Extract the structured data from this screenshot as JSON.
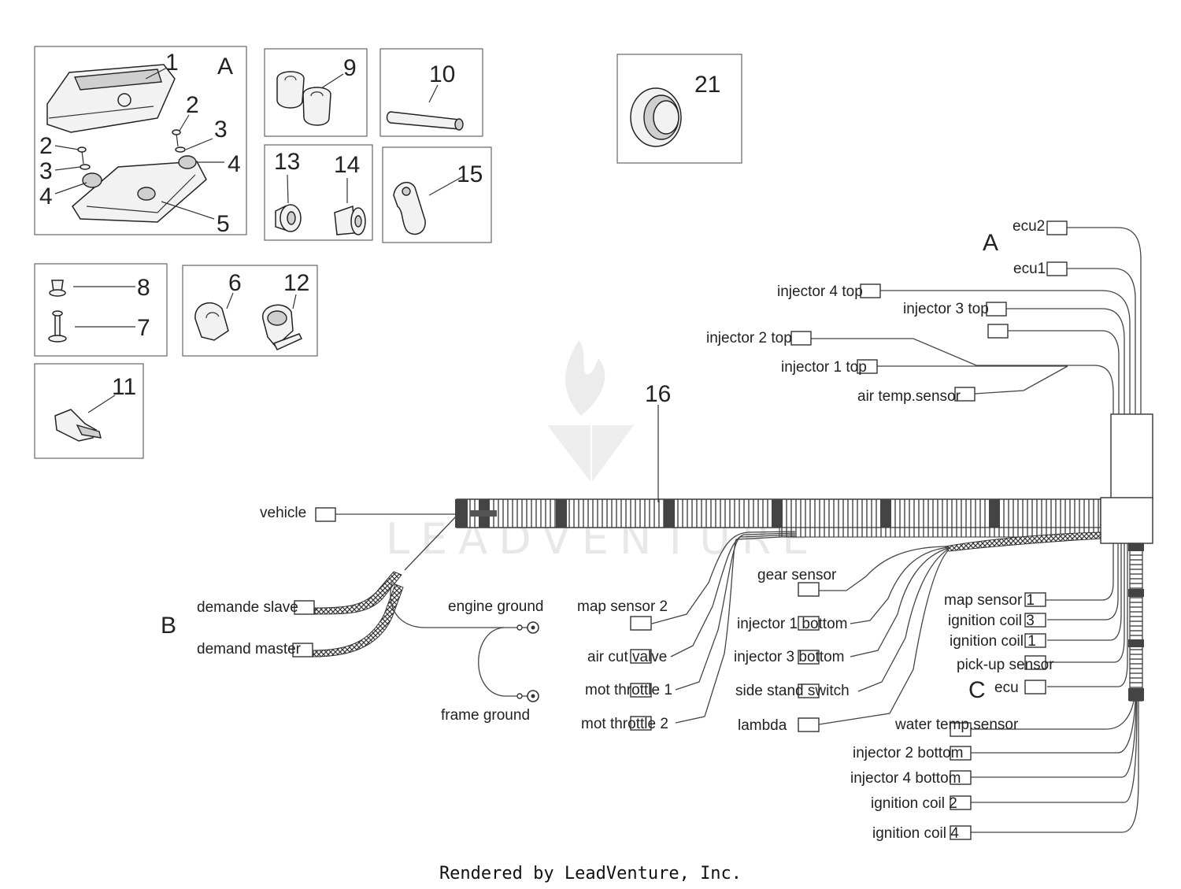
{
  "parts": {
    "n1": "1",
    "n2a": "2",
    "n2b": "2",
    "n3a": "3",
    "n3b": "3",
    "n4a": "4",
    "n4b": "4",
    "n5": "5",
    "n6": "6",
    "n7": "7",
    "n8": "8",
    "n9": "9",
    "n10": "10",
    "n11": "11",
    "n12": "12",
    "n13": "13",
    "n14": "14",
    "n15": "15",
    "n16": "16",
    "n21": "21",
    "letter_a_box": "A",
    "letter_a_harness": "A",
    "letter_b": "B",
    "letter_c": "C"
  },
  "labels": {
    "ecu2": "ecu2",
    "ecu1": "ecu1",
    "injector4_top": "injector 4 top",
    "injector3_top": "injector 3 top",
    "injector2_top": "injector 2 top",
    "injector1_top": "injector 1 top",
    "air_temp_sensor": "air temp.sensor",
    "vehicle": "vehicle",
    "demande_slave": "demande slave",
    "demand_master": "demand master",
    "engine_ground": "engine ground",
    "frame_ground": "frame ground",
    "map_sensor2": "map sensor 2",
    "air_cut_valve": "air cut valve",
    "mot_throttle1": "mot throttle 1",
    "mot_throttle2": "mot throttle 2",
    "gear_sensor": "gear sensor",
    "injector1_bottom": "injector 1 bottom",
    "injector3_bottom": "injector 3 bottom",
    "side_stand_switch": "side stand switch",
    "lambda": "lambda",
    "map_sensor1": "map sensor 1",
    "ignition_coil3": "ignition coil 3",
    "ignition_coil1": "ignition coil 1",
    "pickup_sensor": "pick-up sensor",
    "ecu": "ecu",
    "water_temp_sensor": "water temp.sensor",
    "injector2_bottom": "injector 2 bottom",
    "injector4_bottom": "injector 4 bottom",
    "ignition_coil2": "ignition coil 2",
    "ignition_coil4": "ignition coil 4"
  },
  "watermark": "LEADVENTURE",
  "footer": "Rendered by LeadVenture, Inc."
}
